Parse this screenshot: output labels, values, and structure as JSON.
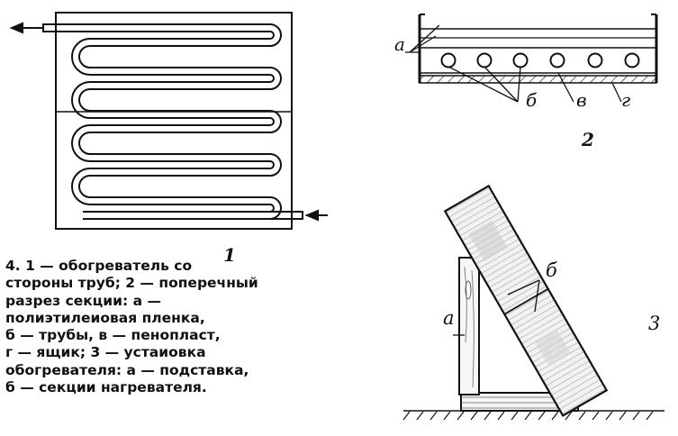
{
  "figure_labels": {
    "fig1": "1",
    "fig2": "2",
    "fig3": "3"
  },
  "fig2_labels": {
    "a": "а",
    "b": "б",
    "v": "в",
    "g": "г"
  },
  "fig3_labels": {
    "a": "а",
    "b": "б"
  },
  "caption_lines": [
    "4. 1 — обогреватель со",
    "стороны труб; 2 — поперечный",
    "разрез секции: а —",
    "полиэтилеиовая пленка,",
    "б — трубы, в — пенопласт,",
    "г — ящик; 3 — устаиовка",
    "обогревателя: а — подставка,",
    "б — секции нагревателя."
  ]
}
